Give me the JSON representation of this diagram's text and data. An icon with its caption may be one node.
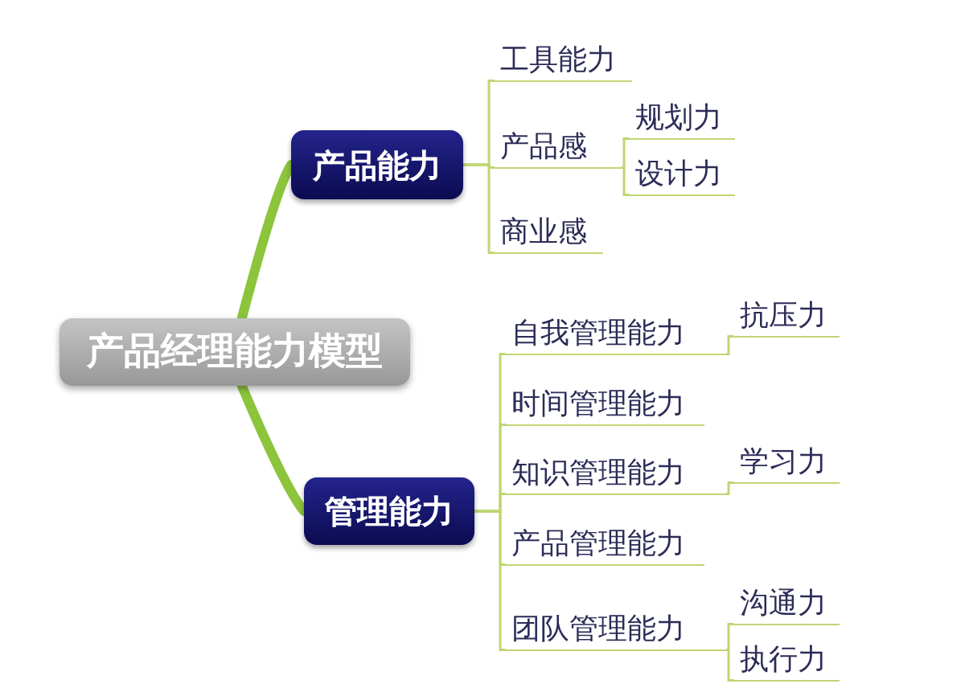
{
  "diagram": {
    "nodes": [
      {
        "text": [
          "产品经理能力模型"
        ]
      },
      {
        "text": [
          "产品能力"
        ]
      },
      {
        "text": [
          "管理能力"
        ]
      },
      {
        "text": [
          "工具能力"
        ]
      },
      {
        "text": [
          "产品感"
        ]
      },
      {
        "text": [
          "规划力"
        ]
      },
      {
        "text": [
          "设计力"
        ]
      },
      {
        "text": [
          "商业感"
        ]
      },
      {
        "text": [
          "自我管理能力"
        ]
      },
      {
        "text": [
          "抗压力"
        ]
      },
      {
        "text": [
          "时间管理能力"
        ]
      },
      {
        "text": [
          "知识管理能力"
        ]
      },
      {
        "text": [
          "学习力"
        ]
      },
      {
        "text": [
          "产品管理能力"
        ]
      },
      {
        "text": [
          "团队管理能力"
        ]
      },
      {
        "text": [
          "沟通力"
        ]
      },
      {
        "text": [
          "执行力"
        ]
      }
    ],
    "edges": [
      {
        "from": 0,
        "to": 1,
        "arrow": "none",
        "style": "thick",
        "color": "#8cc43c"
      },
      {
        "from": 0,
        "to": 2,
        "arrow": "none",
        "style": "thick",
        "color": "#8cc43c"
      },
      {
        "from": 1,
        "to": 3,
        "arrow": "none"
      },
      {
        "from": 1,
        "to": 4,
        "arrow": "none"
      },
      {
        "from": 1,
        "to": 7,
        "arrow": "none"
      },
      {
        "from": 4,
        "to": 5,
        "arrow": "none"
      },
      {
        "from": 4,
        "to": 6,
        "arrow": "none"
      },
      {
        "from": 2,
        "to": 8,
        "arrow": "none"
      },
      {
        "from": 2,
        "to": 10,
        "arrow": "none"
      },
      {
        "from": 2,
        "to": 11,
        "arrow": "none"
      },
      {
        "from": 2,
        "to": 13,
        "arrow": "none"
      },
      {
        "from": 2,
        "to": 14,
        "arrow": "none"
      },
      {
        "from": 8,
        "to": 9,
        "arrow": "none"
      },
      {
        "from": 11,
        "to": 12,
        "arrow": "none"
      },
      {
        "from": 14,
        "to": 15,
        "arrow": "none"
      },
      {
        "from": 14,
        "to": 16,
        "arrow": "none"
      }
    ]
  }
}
